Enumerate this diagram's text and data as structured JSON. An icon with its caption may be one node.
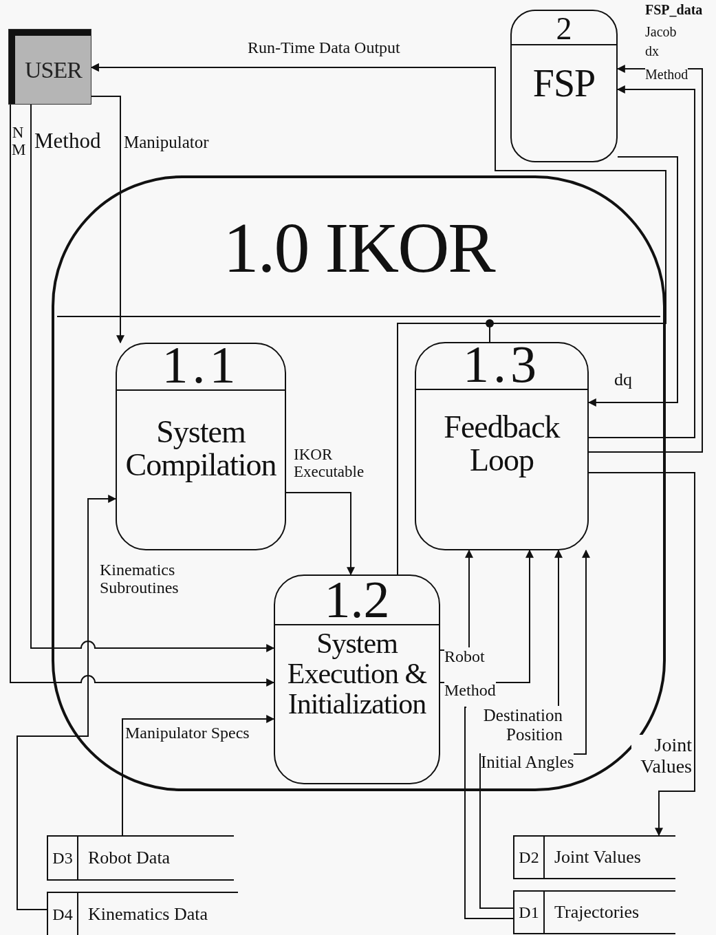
{
  "diagram": {
    "nodes": [
      {
        "text": [
          "USER"
        ]
      },
      {
        "text": [
          "2",
          "FSP"
        ]
      },
      {
        "text": [
          "1.0 IKOR"
        ]
      },
      {
        "text": [
          "1.1",
          "System Compilation"
        ],
        "in": 2
      },
      {
        "text": [
          "1.2",
          "System Execution & Initialization"
        ],
        "in": 2
      },
      {
        "text": [
          "1.3",
          "Feedback Loop"
        ],
        "in": 2
      },
      {
        "text": [
          "D3",
          "Robot Data"
        ]
      },
      {
        "text": [
          "D4",
          "Kinematics Data"
        ]
      },
      {
        "text": [
          "D2",
          "Joint Values"
        ]
      },
      {
        "text": [
          "D1",
          "Trajectories"
        ]
      }
    ],
    "edges": [
      {
        "from": 5,
        "to": 0,
        "arrow": "to",
        "label": "Run-Time Data Output"
      },
      {
        "from": 4,
        "to": 0,
        "arrow": "to"
      },
      {
        "from": 1,
        "to": 5,
        "arrow": "to",
        "label": "dq"
      },
      {
        "from": 5,
        "to": 1,
        "arrow": "to"
      },
      {
        "from": 5,
        "to": 1,
        "arrow": "to"
      },
      {
        "from": 5,
        "to": 8,
        "arrow": "to",
        "label": "Joint Values"
      },
      {
        "from": 0,
        "to": 3,
        "arrow": "to",
        "label": "Manipulator"
      },
      {
        "from": 0,
        "to": 4,
        "arrow": "to",
        "label": "Method"
      },
      {
        "from": 0,
        "to": 4,
        "arrow": "to",
        "label": "N M"
      },
      {
        "from": 7,
        "to": 3,
        "arrow": "to",
        "label": "Kinematics Subroutines"
      },
      {
        "from": 6,
        "to": 4,
        "arrow": "to",
        "label": "Manipulator Specs"
      },
      {
        "from": 3,
        "to": 4,
        "arrow": "to",
        "label": "IKOR Executable"
      },
      {
        "from": 4,
        "to": 5,
        "arrow": "to",
        "label": "Robot"
      },
      {
        "from": 4,
        "to": 5,
        "arrow": "to",
        "label": "Method"
      },
      {
        "from": 9,
        "to": 5,
        "arrow": "to",
        "label": "Destination Position"
      },
      {
        "from": 9,
        "to": 5,
        "arrow": "to",
        "label": "Initial Angles"
      }
    ],
    "labels": [
      "FSP_data",
      "Jacob",
      "dx",
      "Method"
    ]
  }
}
